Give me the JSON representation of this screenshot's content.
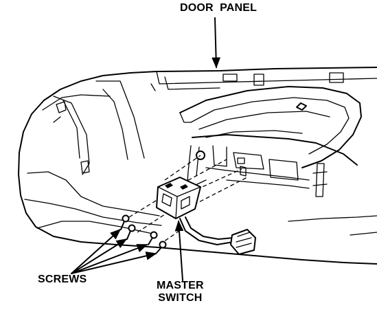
{
  "labels": {
    "door_panel": "DOOR  PANEL",
    "screws": "SCREWS",
    "master_line1": "MASTER",
    "master_line2": "SWITCH"
  }
}
